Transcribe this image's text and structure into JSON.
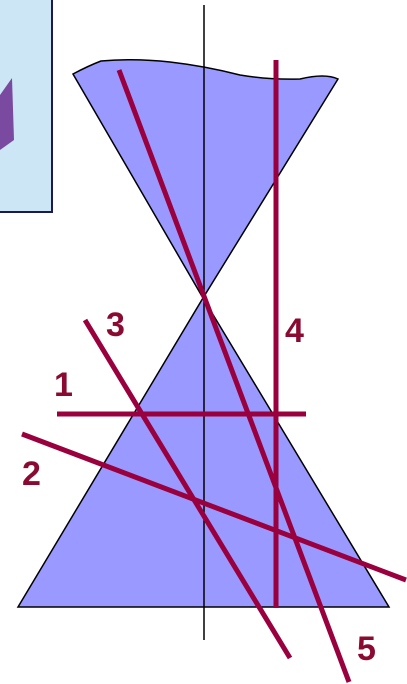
{
  "colors": {
    "cone_fill": "#9999ff",
    "cone_stroke": "#000000",
    "line_color": "#99003d",
    "label_color": "#8a0a32",
    "inset_fill": "#cce6f5",
    "inset_border": "#1a1a55",
    "inset_figure": "#7a4aa0"
  },
  "labels": {
    "line1": "1",
    "line2": "2",
    "line3": "3",
    "line4": "4",
    "line5": "5"
  }
}
